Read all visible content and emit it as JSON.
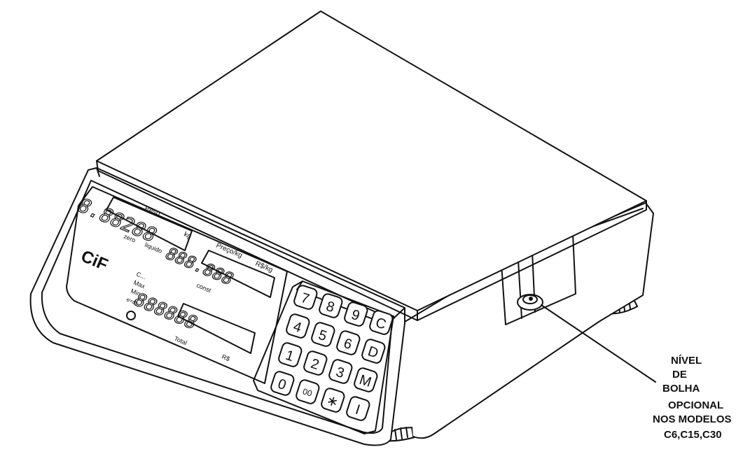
{
  "display_panel": {
    "peso_label": "Peso",
    "kg_unit": "kg",
    "weight_digits": "8.88288",
    "zero_label": "zero",
    "liquido_label": "liquido",
    "preco_label": "Preço/kg",
    "rs_kg_unit": "R$/kg",
    "price_digits": "888.888",
    "const_label": "const",
    "total_label": "Total",
    "rs_unit": "R$",
    "total_digits": "888888"
  },
  "brand": {
    "logo": "CiF"
  },
  "specs": {
    "c_label": "C...",
    "max_label": "Max",
    "min_label": "Min",
    "e_label": "e=d="
  },
  "keypad": {
    "keys": [
      "7",
      "8",
      "9",
      "C",
      "4",
      "5",
      "6",
      "D",
      "1",
      "2",
      "3",
      "M",
      "0",
      "00",
      "∗",
      "I"
    ]
  },
  "callout": {
    "lines": [
      "NÍVEL",
      "DE",
      "BOLHA",
      "OPCIONAL",
      "NOS MODELOS",
      "C6,C15,C30"
    ]
  }
}
